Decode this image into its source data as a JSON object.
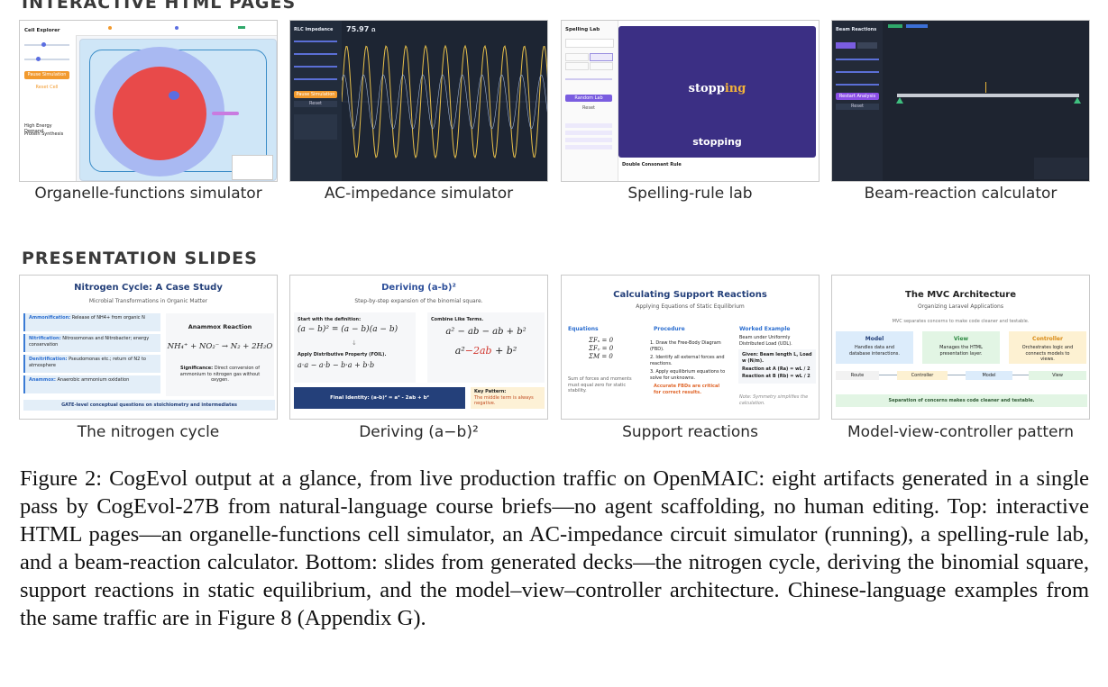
{
  "sections": {
    "top": "INTERACTIVE HTML PAGES",
    "bottom": "PRESENTATION SLIDES"
  },
  "top_labels": [
    "Organelle-functions simulator",
    "AC-impedance simulator",
    "Spelling-rule lab",
    "Beam-reaction calculator"
  ],
  "bottom_labels": [
    "The nitrogen cycle",
    "Deriving (a−b)²",
    "Support reactions",
    "Model-view-controller pattern"
  ],
  "cell": {
    "title": "Cell Explorer",
    "btn_primary": "Pause Simulation",
    "btn_secondary": "Reset Cell",
    "check1": "High Energy Demand",
    "check2": "Protein Synthesis"
  },
  "ac": {
    "title": "RLC Impedance",
    "value": "75.97",
    "unit": "Ω",
    "btn": "Pause Simulation",
    "btn2": "Reset"
  },
  "spell": {
    "title": "Spelling Lab",
    "word_top": "stopping",
    "word_top_base": "stopp",
    "word_top_suffix": "ing",
    "word_bottom": "stopping",
    "rule": "Double Consonant Rule",
    "btn": "Random Lab",
    "btn2": "Reset"
  },
  "beam": {
    "title": "Beam Reactions",
    "btn": "Restart Analysis",
    "btn2": "Reset"
  },
  "nitrogen": {
    "title": "Nitrogen Cycle: A Case Study",
    "subtitle": "Microbial Transformations in Organic Matter",
    "items": [
      {
        "k": "Ammonification:",
        "v": "Release of NH4+ from organic N"
      },
      {
        "k": "Nitrification:",
        "v": "Nitrosomonas and Nitrobacter; energy conservation"
      },
      {
        "k": "Denitrification:",
        "v": "Pseudomonas etc.; return of N2 to atmosphere"
      },
      {
        "k": "Anammox:",
        "v": "Anaerobic ammonium oxidation"
      }
    ],
    "right_title": "Anammox Reaction",
    "equation": "NH₄⁺ + NO₂⁻ → N₂ + 2H₂O",
    "significance_k": "Significance:",
    "significance_v": "Direct conversion of ammonium to nitrogen gas without oxygen.",
    "footer": "GATE-level conceptual questions on stoichiometry and intermediates"
  },
  "deriving": {
    "title": "Deriving (a-b)²",
    "subtitle": "Step-by-step expansion of the binomial square.",
    "step1": "Start with the definition:",
    "eq1": "(a − b)² = (a − b)(a − b)",
    "step2": "Apply Distributive Property (FOIL).",
    "eq2": "a·a − a·b − b·a + b·b",
    "step3": "Combine Like Terms.",
    "eq3": "a² − ab − ab + b²",
    "eq4a": "a²",
    "eq4b": "−2ab",
    "eq4c": "+ b²",
    "identity": "Final Identity: (a-b)² = a² - 2ab + b²",
    "pattern_k": "Key Pattern:",
    "pattern_v": "The middle term is always negative."
  },
  "support": {
    "title": "Calculating Support Reactions",
    "subtitle": "Applying Equations of Static Equilibrium",
    "col1": "Equations",
    "eqs": [
      "ΣFₓ = 0",
      "ΣFᵧ = 0",
      "ΣM = 0"
    ],
    "col1_note": "Sum of forces and moments must equal zero for static stability.",
    "col2": "Procedure",
    "steps": [
      "1. Draw the Free-Body Diagram (FBD).",
      "2. Identify all external forces and reactions.",
      "3. Apply equilibrium equations to solve for unknowns."
    ],
    "col2_note": "Accurate FBDs are critical for correct results.",
    "col3": "Worked Example",
    "ex_desc": "Beam under Uniformly Distributed Load (UDL).",
    "given": "Given: Beam length L, Load w (N/m).",
    "ra": "Reaction at A (Ra) = wL / 2",
    "rb": "Reaction at B (Rb) = wL / 2",
    "ex_note": "Note: Symmetry simplifies the calculation."
  },
  "mvc": {
    "title": "The MVC Architecture",
    "subtitle": "Organizing Laravel Applications",
    "tagline": "MVC separates concerns to make code cleaner and testable.",
    "boxes": [
      {
        "name": "Model",
        "desc": "Handles data and database interactions."
      },
      {
        "name": "View",
        "desc": "Manages the HTML presentation layer."
      },
      {
        "name": "Controller",
        "desc": "Orchestrates logic and connects models to views."
      }
    ],
    "flow": [
      "Route",
      "Controller",
      "Model",
      "View"
    ],
    "footer": "Separation of concerns makes code cleaner and testable."
  },
  "caption": "Figure 2: CogEvol output at a glance, from live production traffic on OpenMAIC: eight artifacts generated in a single pass by CogEvol-27B from natural-language course briefs—no agent scaffolding, no human editing. Top: interactive HTML pages—an organelle-functions cell simulator, an AC-impedance circuit simulator (running), a spelling-rule lab, and a beam-reaction calculator. Bottom: slides from generated decks—the nitrogen cycle, deriving the binomial square, support reactions in static equilibrium, and the model–view–controller architecture. Chinese-language examples from the same traffic are in Figure 8 (Appendix G).",
  "colors": {
    "cell_bg": "#cfe6f7",
    "ac_bg": "#1d2533",
    "spell_bg": "#3b2f84",
    "beam_bg": "#1e2430",
    "slide_navy": "#24407a"
  }
}
